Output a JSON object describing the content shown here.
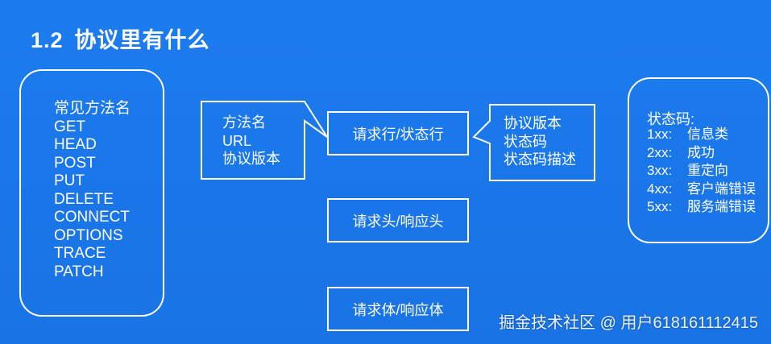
{
  "slide": {
    "title_number": "1.2",
    "title_text": "协议里有什么"
  },
  "methods_box": {
    "items": [
      "常见方法名",
      "GET",
      "HEAD",
      "POST",
      "PUT",
      "DELETE",
      "CONNECT",
      "OPTIONS",
      "TRACE",
      "PATCH"
    ]
  },
  "request_line_callout": {
    "items": [
      "方法名",
      "URL",
      "协议版本"
    ]
  },
  "status_line_callout": {
    "items": [
      "协议版本",
      "状态码",
      "状态码描述"
    ]
  },
  "center_boxes": {
    "line": "请求行/状态行",
    "headers": "请求头/响应头",
    "body": "请求体/响应体"
  },
  "status_box": {
    "heading": "状态码:",
    "items": [
      {
        "code": "1xx:",
        "desc": "信息类"
      },
      {
        "code": "2xx:",
        "desc": "成功"
      },
      {
        "code": "3xx:",
        "desc": "重定向"
      },
      {
        "code": "4xx:",
        "desc": "客户端错误"
      },
      {
        "code": "5xx:",
        "desc": "服务端错误"
      }
    ]
  },
  "watermark": "掘金技术社区 @ 用户618161112415",
  "colors": {
    "background": "#1a78ea",
    "foreground": "#ffffff"
  }
}
